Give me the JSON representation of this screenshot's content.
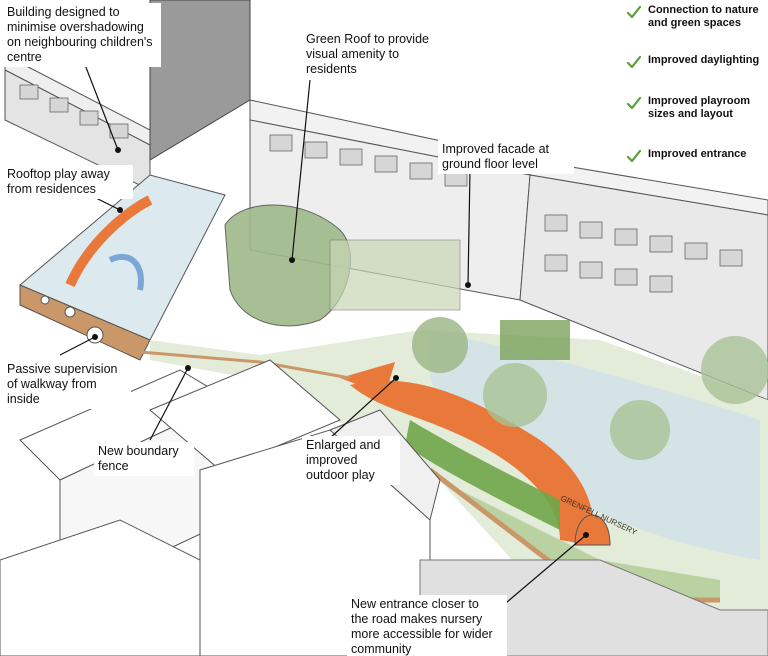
{
  "annotations": [
    {
      "id": "overshadowing",
      "text": "Building designed to\nminimise overshadowing\non neighbouring children's\ncentre"
    },
    {
      "id": "green-roof",
      "text": "Green Roof to provide\nvisual amenity to\nresidents"
    },
    {
      "id": "rooftop-play",
      "text": "Rooftop play away\nfrom residences"
    },
    {
      "id": "facade",
      "text": "Improved facade at\nground floor level"
    },
    {
      "id": "passive-supervision",
      "text": "Passive supervision\nof walkway from\ninside"
    },
    {
      "id": "boundary-fence",
      "text": "New boundary\nfence"
    },
    {
      "id": "outdoor-play",
      "text": "Enlarged and\nimproved\noutdoor play"
    },
    {
      "id": "new-entrance",
      "text": "New entrance closer to\nthe road makes nursery\nmore accessible for wider\ncommunity"
    }
  ],
  "benefits": [
    "Connection to nature and green spaces",
    "Improved daylighting",
    "Improved playroom sizes and layout",
    "Improved entrance"
  ],
  "signage": {
    "nursery_sign": "GRENFELL NURSERY"
  },
  "colors": {
    "tick": "#5a9e3a",
    "orange_path": "#e8793a",
    "green_roof": "#9fb98a",
    "lawn": "#6fa64a",
    "building_line": "#555555"
  }
}
